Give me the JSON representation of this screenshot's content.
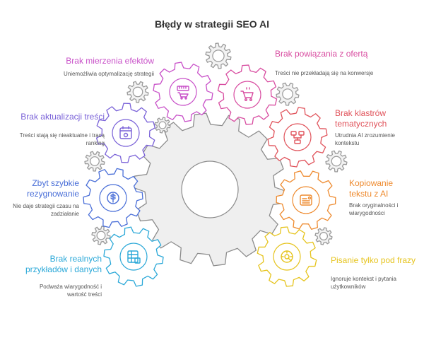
{
  "title": "Błędy w strategii SEO AI",
  "items": [
    {
      "title": "Brak mierzenia efektów",
      "desc": "Uniemożliwia optymalizację strategii",
      "color": "#c850c8",
      "icon": "ruler-cart-icon"
    },
    {
      "title": "Brak powiązania z ofertą",
      "desc": "Treści nie przekładają się na konwersje",
      "color": "#d84ca0",
      "icon": "shopping-cart-icon"
    },
    {
      "title": "Brak aktualizacji treści",
      "desc": "Treści stają się nieaktualne i tracą ranking",
      "color": "#7a62d8",
      "icon": "calendar-icon"
    },
    {
      "title": "Brak klastrów tematycznych",
      "desc": "Utrudnia AI zrozumienie kontekstu",
      "color": "#e0525a",
      "icon": "sitemap-icon"
    },
    {
      "title": "Zbyt szybkie rezygnowanie",
      "desc": "Nie daje strategii czasu na zadziałanie",
      "color": "#4a6fd8",
      "icon": "dollar-refresh-icon"
    },
    {
      "title": "Kopiowanie tekstu z AI",
      "desc": "Brak oryginalności i wiarygodności",
      "color": "#ee8a2e",
      "icon": "document-icon"
    },
    {
      "title": "Brak realnych przykładów i danych",
      "desc": "Podważa wiarygodność i wartość treści",
      "color": "#2aa8d8",
      "icon": "data-table-icon"
    },
    {
      "title": "Pisanie tylko pod frazy",
      "desc": "Ignoruje kontekst i pytania użytkowników",
      "color": "#e6c41e",
      "icon": "search-target-icon"
    }
  ]
}
